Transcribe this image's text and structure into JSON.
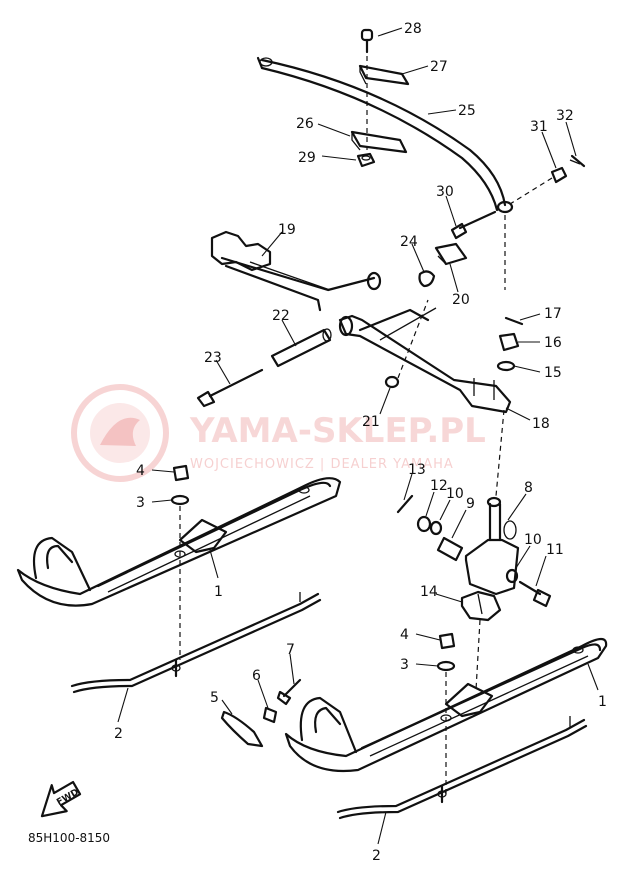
{
  "watermark": {
    "title": "YAMA-SKLEP.PL",
    "subtitle": "WOJCIECHOWICZ | DEALER YAMAHA",
    "color": "#f2b8b8"
  },
  "diagram_code": "85H100-8150",
  "fwd_label": "FWD",
  "callouts": {
    "p28": "28",
    "p27": "27",
    "p25": "25",
    "p26": "26",
    "p29": "29",
    "p31": "31",
    "p32": "32",
    "p30": "30",
    "p24": "24",
    "p20": "20",
    "p19": "19",
    "p17": "17",
    "p16": "16",
    "p15": "15",
    "p22": "22",
    "p23": "23",
    "p21": "21",
    "p18": "18",
    "p4a": "4",
    "p3a": "3",
    "p1a": "1",
    "p13": "13",
    "p12": "12",
    "p10a": "10",
    "p9": "9",
    "p8": "8",
    "p10b": "10",
    "p11": "11",
    "p14": "14",
    "p4b": "4",
    "p3b": "3",
    "p7": "7",
    "p6": "6",
    "p5": "5",
    "p2a": "2",
    "p1b": "1",
    "p2b": "2"
  }
}
